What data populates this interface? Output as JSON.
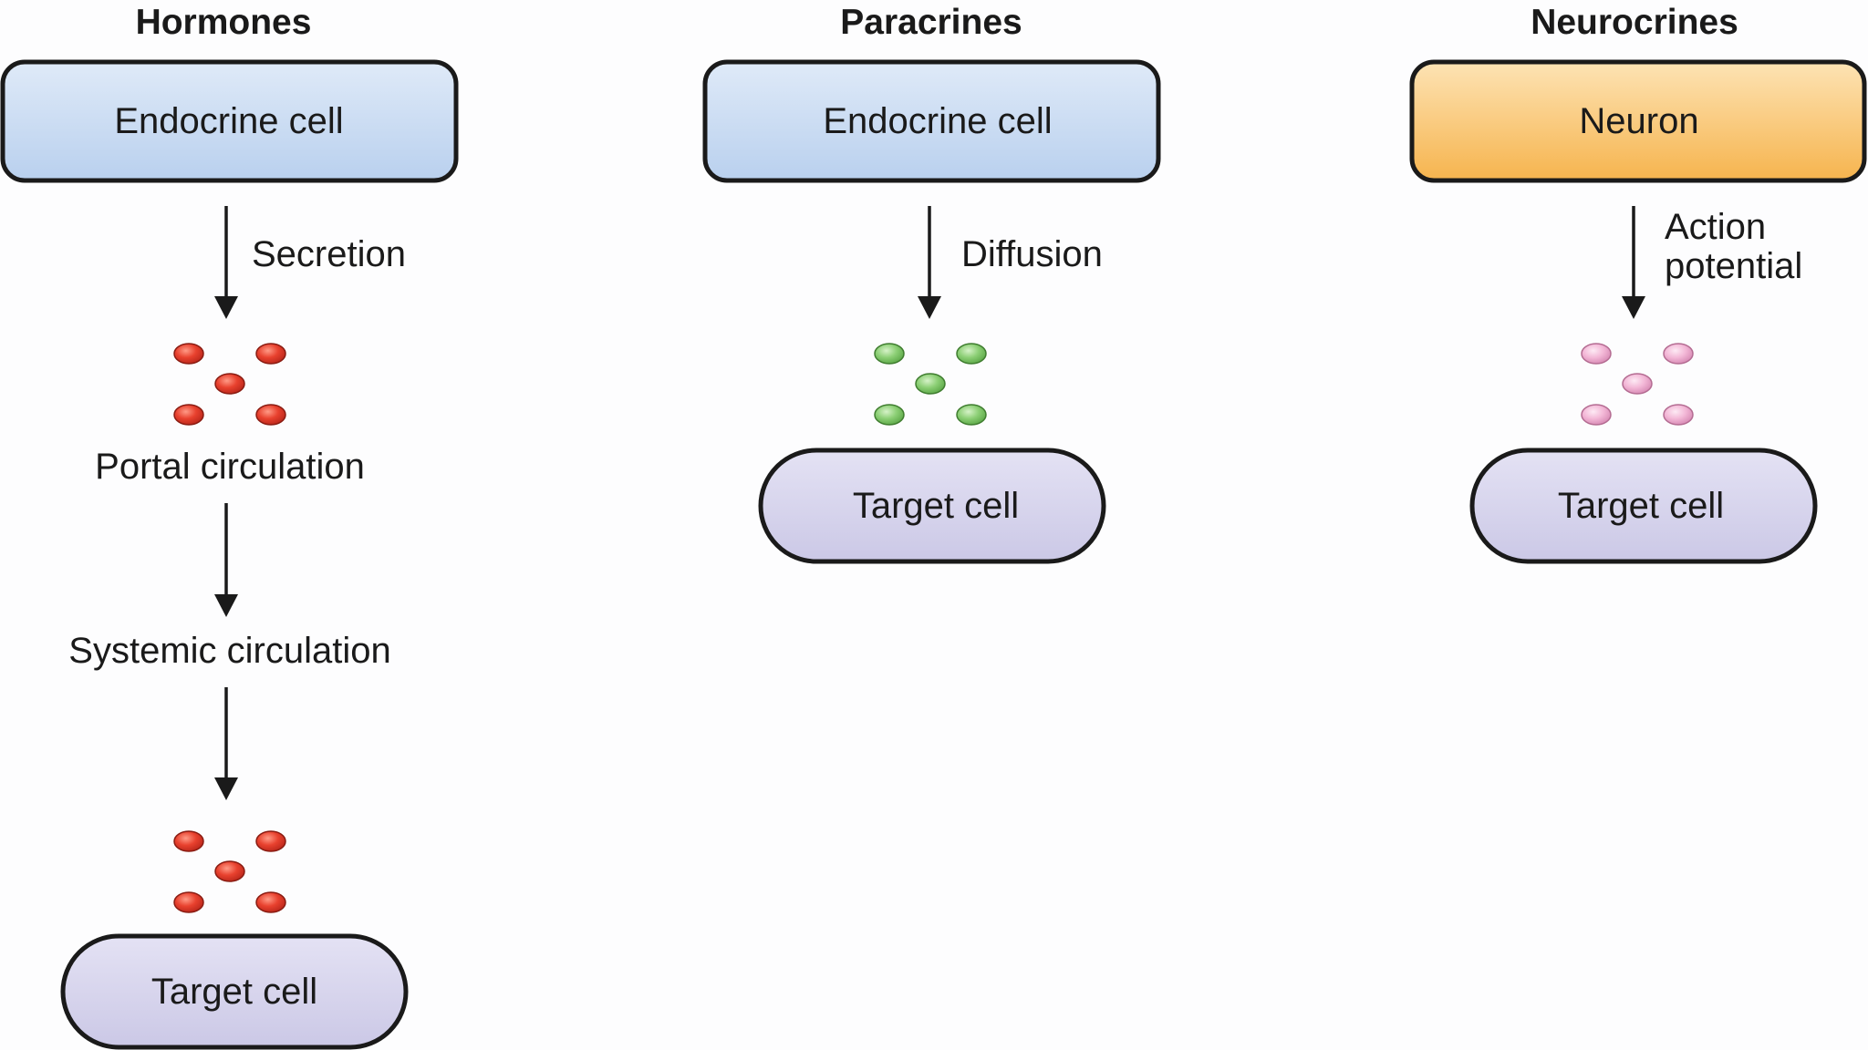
{
  "colors": {
    "endocrine_box": "#c9dcf2",
    "neuron_box": "#f9c874",
    "target_cell": "#d8d6ee",
    "outline": "#1a1a1a",
    "hormone_dot": "#e53a2a",
    "paracrine_dot": "#7fca6a",
    "neurocrine_dot": "#f2b6d6"
  },
  "columns": {
    "hormones": {
      "heading": "Hormones",
      "source_cell": "Endocrine cell",
      "step_1": "Secretion",
      "intermediate_1": "Portal circulation",
      "intermediate_2": "Systemic circulation",
      "target": "Target cell",
      "particle_color": "red"
    },
    "paracrines": {
      "heading": "Paracrines",
      "source_cell": "Endocrine cell",
      "step_1": "Diffusion",
      "target": "Target cell",
      "particle_color": "green"
    },
    "neurocrines": {
      "heading": "Neurocrines",
      "source_cell": "Neuron",
      "step_1_line_1": "Action",
      "step_1_line_2": "potential",
      "target": "Target cell",
      "particle_color": "pink"
    }
  }
}
